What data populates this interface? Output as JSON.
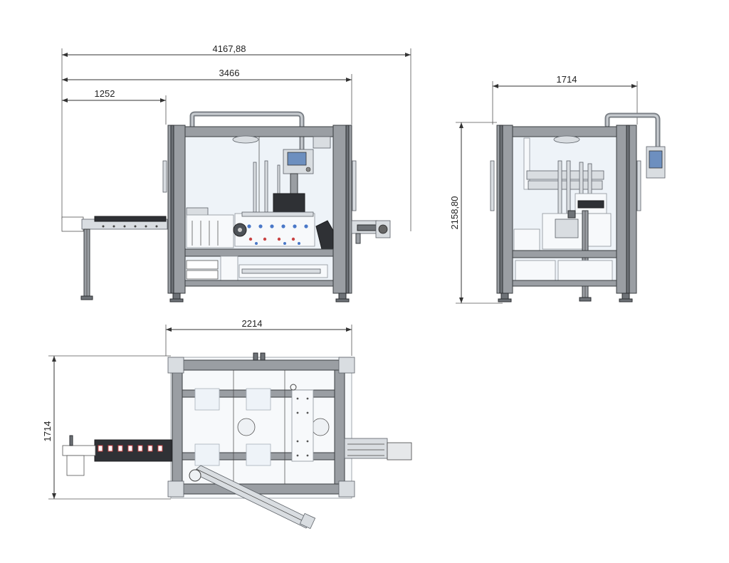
{
  "dimensions": {
    "front_overall": "4167,88",
    "front_machine_with_conveyor": "3466",
    "front_conveyor": "1252",
    "side_width": "1714",
    "side_height": "2158,80",
    "top_length": "2214",
    "top_depth": "1714"
  }
}
